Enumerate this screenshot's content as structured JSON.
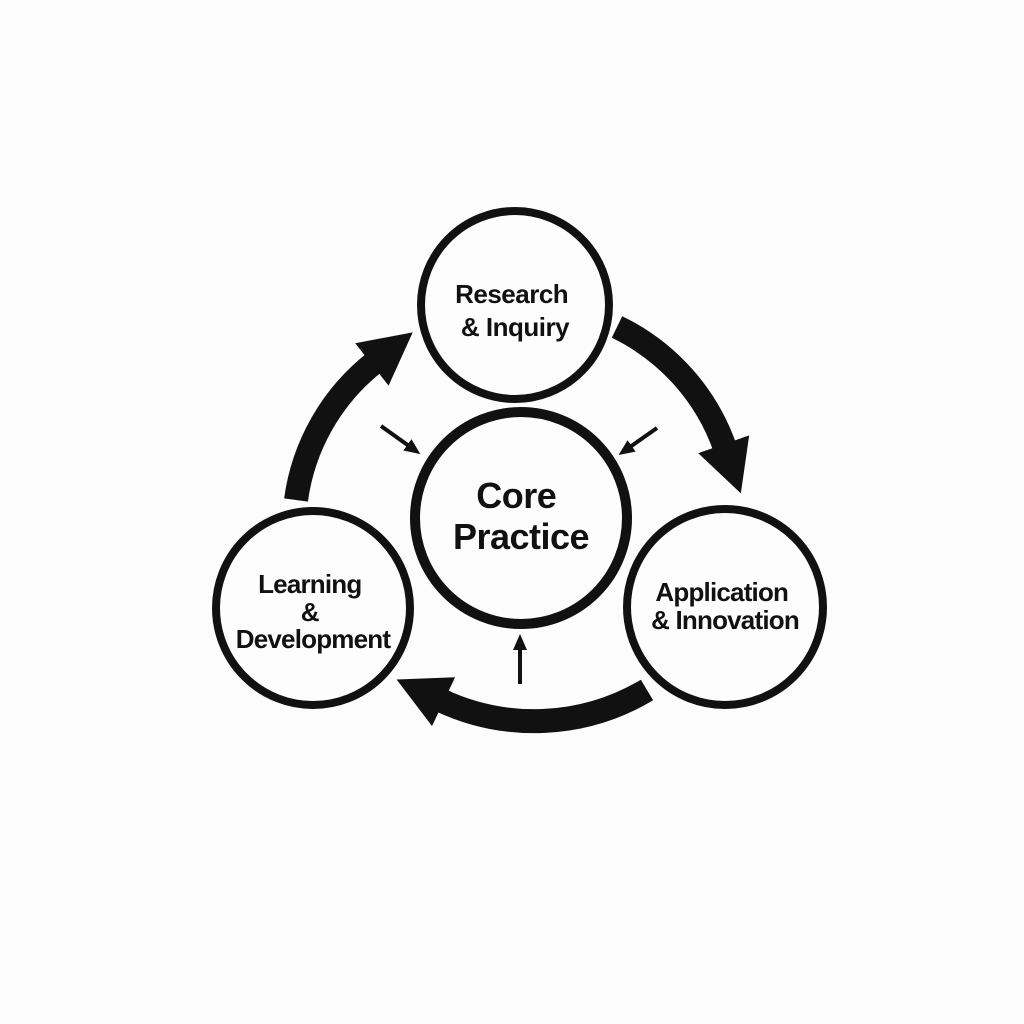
{
  "diagram": {
    "colors": {
      "background": "#fcfcfc",
      "ink": "#111111",
      "node_fill": "#fdfdfd"
    },
    "nodes": {
      "center": {
        "id": "core-practice",
        "label": "Core Practice",
        "lines": [
          "Core",
          "Practice"
        ]
      },
      "top": {
        "id": "research-inquiry",
        "label": "Research & Inquiry",
        "lines": [
          "Research",
          "& Inquiry"
        ]
      },
      "left": {
        "id": "learning-development",
        "label": "Learning & Development",
        "lines": [
          "Learning",
          "&",
          "Development"
        ]
      },
      "right": {
        "id": "application-innovation",
        "label": "Application & Innovation",
        "lines": [
          "Application",
          "& Innovation"
        ]
      }
    },
    "cycle_arrows": [
      {
        "from": "learning-development",
        "to": "research-inquiry",
        "style": "thick-curved",
        "direction": "clockwise"
      },
      {
        "from": "research-inquiry",
        "to": "application-innovation",
        "style": "thick-curved",
        "direction": "clockwise"
      },
      {
        "from": "application-innovation",
        "to": "learning-development",
        "style": "thick-curved",
        "direction": "clockwise"
      }
    ],
    "inward_arrows": [
      {
        "from": "upper-left",
        "toward": "core-practice",
        "style": "thin"
      },
      {
        "from": "upper-right",
        "toward": "core-practice",
        "style": "thin"
      },
      {
        "from": "bottom",
        "toward": "core-practice",
        "style": "thin"
      }
    ]
  }
}
